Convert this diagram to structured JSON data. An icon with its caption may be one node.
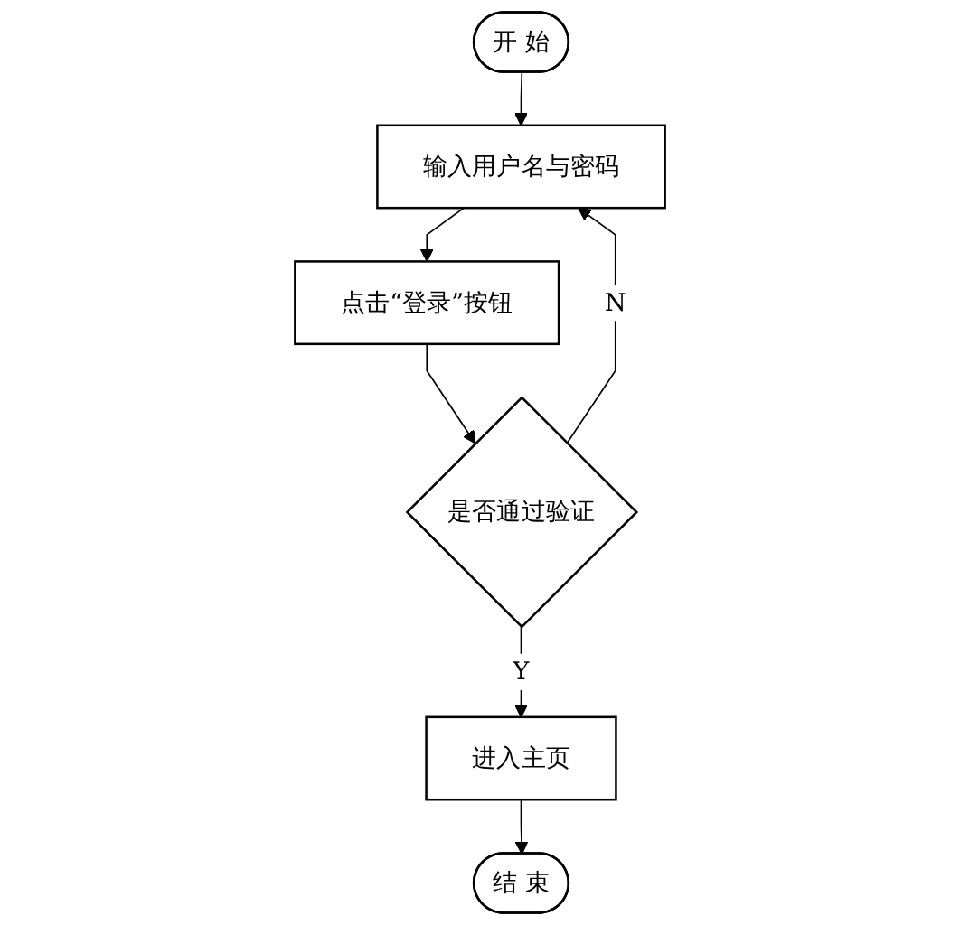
{
  "diagram": {
    "nodes": [
      {
        "text": [
          "开 始"
        ]
      },
      {
        "text": [
          "输入用户名与密码"
        ]
      },
      {
        "text": [
          "点击“登录”按钮"
        ]
      },
      {
        "text": [
          "是否通过验证"
        ]
      },
      {
        "text": [
          "进入主页"
        ]
      },
      {
        "text": [
          "结 束"
        ]
      }
    ],
    "edges": [
      {
        "from": 0,
        "to": 1,
        "arrow": "to"
      },
      {
        "from": 1,
        "to": 2,
        "arrow": "to"
      },
      {
        "from": 2,
        "to": 3,
        "arrow": "to"
      },
      {
        "from": 3,
        "to": 4,
        "label": "Y",
        "arrow": "to"
      },
      {
        "from": 3,
        "to": 1,
        "label": "N",
        "arrow": "to"
      },
      {
        "from": 4,
        "to": 5,
        "arrow": "to"
      }
    ]
  }
}
